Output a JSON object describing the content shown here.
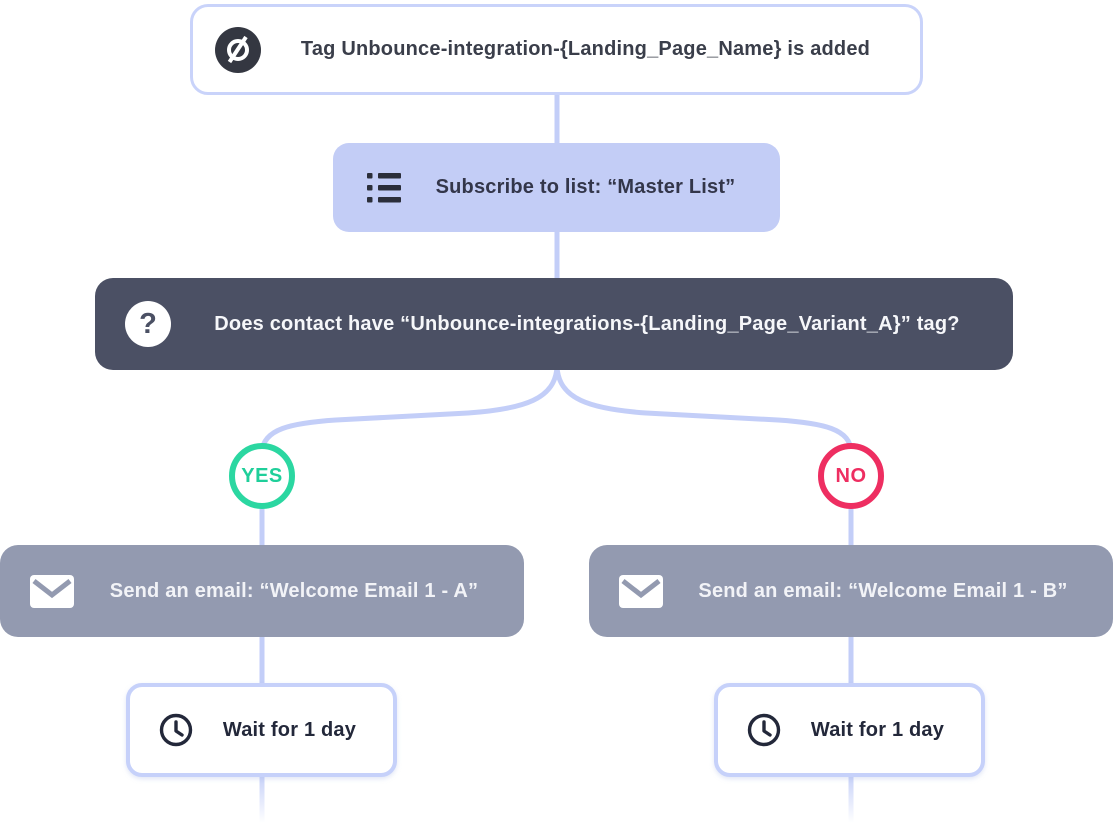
{
  "diagram": {
    "type": "automation-flowchart",
    "colors": {
      "connector_line": "#c3cef8",
      "white_box_border": "#c9d3fa",
      "subscribe_bg": "#c3cdf6",
      "condition_bg": "#4b5064",
      "email_bg": "#939ab0",
      "yes_green": "#2bd7a1",
      "no_pink": "#ee2e61",
      "dark_text": "#3a3e4a"
    },
    "nodes": {
      "trigger": {
        "label": "Tag Unbounce-integration-{Landing_Page_Name} is added",
        "icon": "unbounce-icon"
      },
      "subscribe": {
        "label": "Subscribe to list: “Master List”",
        "icon": "list-icon"
      },
      "condition": {
        "label": "Does contact have “Unbounce-integrations-{Landing_Page_Variant_A}” tag?",
        "icon": "question-icon",
        "icon_glyph": "?"
      },
      "branch_yes": {
        "label": "YES"
      },
      "branch_no": {
        "label": "NO"
      },
      "email_a": {
        "label": "Send an email: “Welcome Email 1 - A”",
        "icon": "envelope-icon"
      },
      "email_b": {
        "label": "Send an email: “Welcome Email 1 - B”",
        "icon": "envelope-icon"
      },
      "wait_a": {
        "label": "Wait for 1 day",
        "icon": "clock-icon"
      },
      "wait_b": {
        "label": "Wait for 1 day",
        "icon": "clock-icon"
      }
    }
  }
}
